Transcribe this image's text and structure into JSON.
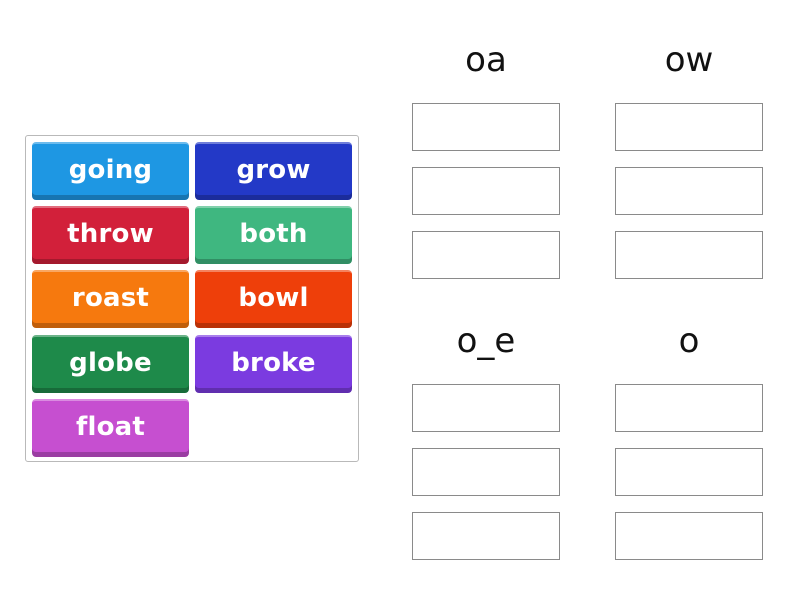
{
  "word_bank": {
    "tiles": [
      {
        "label": "going",
        "color": "#1e97e3"
      },
      {
        "label": "grow",
        "color": "#2339c7"
      },
      {
        "label": "throw",
        "color": "#d2203a"
      },
      {
        "label": "both",
        "color": "#3fb780"
      },
      {
        "label": "roast",
        "color": "#f6790e"
      },
      {
        "label": "bowl",
        "color": "#ee3f0a"
      },
      {
        "label": "globe",
        "color": "#1e8a4a"
      },
      {
        "label": "broke",
        "color": "#7b3be0"
      },
      {
        "label": "float",
        "color": "#c64fd0"
      }
    ]
  },
  "groups": [
    {
      "heading": "oa",
      "slots": 3
    },
    {
      "heading": "ow",
      "slots": 3
    },
    {
      "heading": "o_e",
      "slots": 3
    },
    {
      "heading": "o",
      "slots": 3
    }
  ]
}
